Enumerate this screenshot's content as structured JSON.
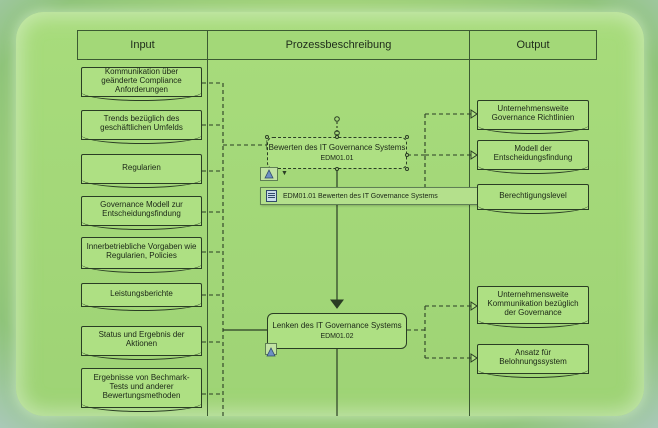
{
  "columns": {
    "input": "Input",
    "process": "Prozessbeschreibung",
    "output": "Output"
  },
  "inputs_group1": [
    "Kommunikation über geänderte Compliance Anforderungen",
    "Trends bezüglich des geschäftlichen Umfelds",
    "Regularien",
    "Governance Modell zur Entscheidungsfindung",
    "Innerbetriebliche Vorgaben wie Regularien, Policies"
  ],
  "inputs_group2": [
    "Leistungsberichte",
    "Status und Ergebnis der Aktionen",
    "Ergebnisse von Bechmark-Tests und anderer Bewertungsmethoden"
  ],
  "process1": {
    "title": "Bewerten des IT Governance Systems",
    "code": "EDM01.01"
  },
  "process2": {
    "title": "Lenken des IT Governance Systems",
    "code": "EDM01.02"
  },
  "tooltip_text": "EDM01.01 Bewerten des IT Governance Systems",
  "outputs_group1": [
    "Unternehmensweite Governance Richtlinien",
    "Modell der Entscheidungsfindung",
    "Berechtigungslevel"
  ],
  "outputs_group2": [
    "Unternehmensweite Kommunikation bezüglich der Governance",
    "Ansatz für Belohnungssystem"
  ],
  "colors": {
    "fill": "#aee083",
    "stroke": "#2a3d24",
    "background": "#a3d47a"
  }
}
